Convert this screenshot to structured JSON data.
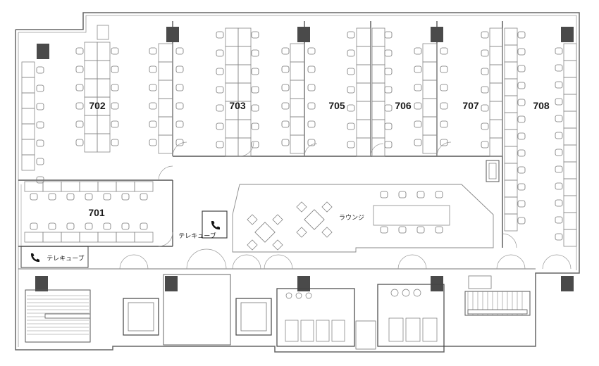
{
  "floor_plan": {
    "rooms": [
      {
        "id": "702",
        "label": "702"
      },
      {
        "id": "703",
        "label": "703"
      },
      {
        "id": "705",
        "label": "705"
      },
      {
        "id": "706",
        "label": "706"
      },
      {
        "id": "707",
        "label": "707"
      },
      {
        "id": "708",
        "label": "708"
      },
      {
        "id": "701",
        "label": "701"
      }
    ],
    "lounge_label": "ラウンジ",
    "telebooth_label": "テレキューブ",
    "icons": [
      "phone-icon",
      "pillar",
      "stair",
      "elevator",
      "restroom"
    ],
    "colors": {
      "wall": "#555555",
      "pillar": "#4a4a4a",
      "line": "#888888",
      "bg": "#ffffff"
    }
  }
}
